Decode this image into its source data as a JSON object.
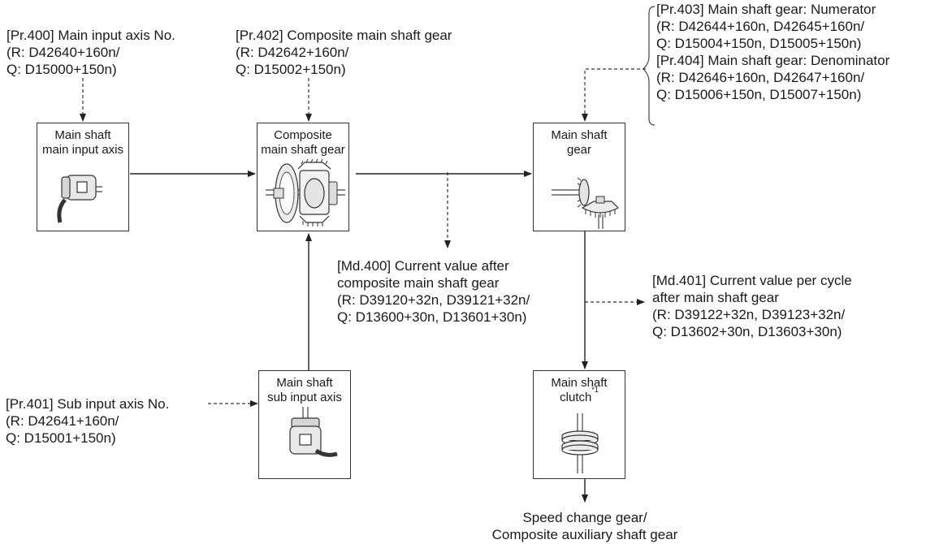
{
  "labels": {
    "pr400": [
      "[Pr.400] Main input axis No.",
      "(R: D42640+160n/",
      "Q: D15000+150n)"
    ],
    "pr402": [
      "[Pr.402] Composite main shaft gear",
      "(R: D42642+160n/",
      "Q: D15002+150n)"
    ],
    "pr403_404": [
      "[Pr.403] Main shaft gear: Numerator",
      "(R: D42644+160n, D42645+160n/",
      "Q: D15004+150n, D15005+150n)",
      "[Pr.404] Main shaft gear: Denominator",
      "(R: D42646+160n, D42647+160n/",
      "Q: D15006+150n, D15007+150n)"
    ],
    "md400": [
      "[Md.400] Current value after",
      "composite main shaft gear",
      "(R: D39120+32n, D39121+32n/",
      "Q: D13600+30n, D13601+30n)"
    ],
    "md401": [
      "[Md.401] Current value per cycle",
      "after main shaft gear",
      "(R: D39122+32n, D39123+32n/",
      "Q: D13602+30n, D13603+30n)"
    ],
    "pr401": [
      "[Pr.401] Sub input axis No.",
      "(R: D42641+160n/",
      "Q: D15001+150n)"
    ],
    "output": [
      "Speed change gear/",
      "Composite auxiliary shaft gear"
    ]
  },
  "boxes": {
    "main_input": [
      "Main shaft",
      "main input axis"
    ],
    "composite": [
      "Composite",
      "main shaft gear"
    ],
    "main_gear": [
      "Main shaft",
      "gear"
    ],
    "sub_input": [
      "Main shaft",
      "sub input axis"
    ],
    "clutch": [
      "Main shaft",
      "clutch"
    ],
    "clutch_note": "*1"
  },
  "icons": [
    "encoder-icon",
    "differential-gear-icon",
    "bevel-gear-icon",
    "encoder-icon",
    "clutch-icon"
  ]
}
